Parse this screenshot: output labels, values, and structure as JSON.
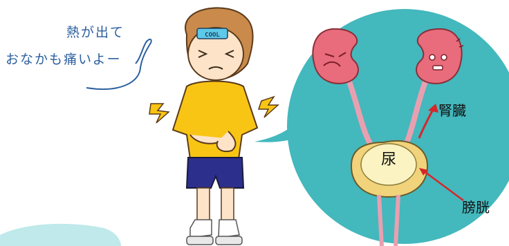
{
  "speech": {
    "line1": "熱が出て",
    "line2": "おなかも痛いよー"
  },
  "labels": {
    "kidney": "腎臓",
    "bladder": "膀胱",
    "urine": "尿"
  },
  "cool_pack_text": "COOL",
  "colors": {
    "speech_text": "#2b5f9e",
    "bubble_fill": "#43b8bd",
    "shirt": "#f9c514",
    "shorts": "#2d2f8c",
    "kidney": "#e86c7b",
    "bladder": "#f1d37b",
    "urine": "#fbf3c2",
    "arrow": "#d7262a",
    "hair": "#c98a4b"
  },
  "icons": [
    "lightning-left-icon",
    "lightning-right-icon",
    "cooling-pad-icon",
    "arrow-to-bladder-icon",
    "arrow-to-kidney-icon"
  ]
}
